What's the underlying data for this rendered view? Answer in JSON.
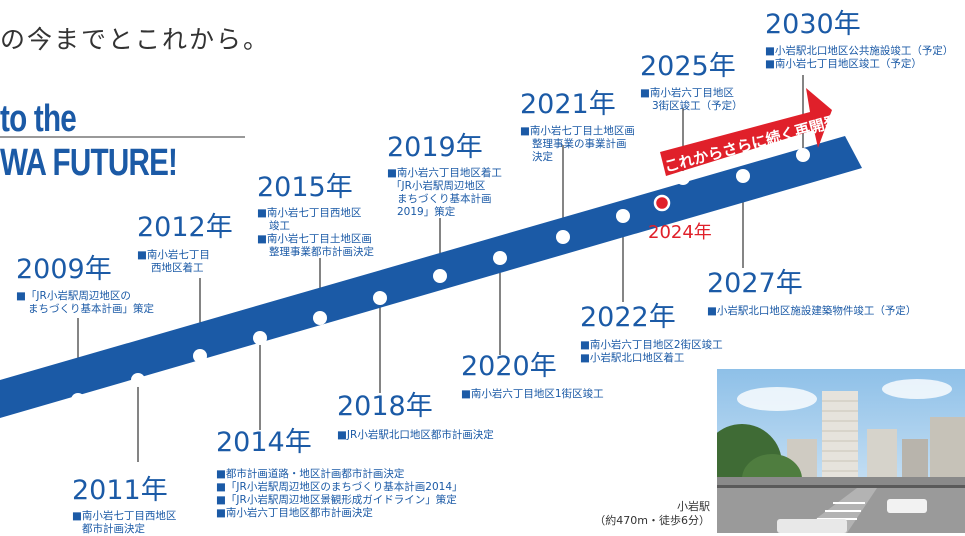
{
  "heading": "の今までとこれから。",
  "banner": {
    "line1": "to the",
    "line2": "WA FUTURE!"
  },
  "arrow_text": "これからさらに続く再開発",
  "milestones": [
    {
      "year": "2009年",
      "lines": [
        "■「JR小岩駅周辺地区の",
        "まちづくり基本計画」策定"
      ]
    },
    {
      "year": "2011年",
      "lines": [
        "■南小岩七丁目西地区",
        "都市計画決定"
      ]
    },
    {
      "year": "2012年",
      "lines": [
        "■南小岩七丁目",
        "西地区着工"
      ]
    },
    {
      "year": "2014年",
      "lines": [
        "■都市計画道路・地区計画都市計画決定",
        "■「JR小岩駅周辺地区のまちづくり基本計画2014」",
        "■「JR小岩駅周辺地区景観形成ガイドライン」策定",
        "■南小岩六丁目地区都市計画決定"
      ]
    },
    {
      "year": "2015年",
      "lines": [
        "■南小岩七丁目西地区",
        "竣工",
        "■南小岩七丁目土地区画",
        "整理事業都市計画決定"
      ]
    },
    {
      "year": "2018年",
      "lines": [
        "■JR小岩駅北口地区都市計画決定"
      ]
    },
    {
      "year": "2019年",
      "lines": [
        "■南小岩六丁目地区着工",
        "「JR小岩駅周辺地区",
        "まちづくり基本計画",
        "2019」策定"
      ]
    },
    {
      "year": "2020年",
      "lines": [
        "■南小岩六丁目地区1街区竣工"
      ]
    },
    {
      "year": "2021年",
      "lines": [
        "■南小岩七丁目土地区画",
        "整理事業の事業計画",
        "決定"
      ]
    },
    {
      "year": "2022年",
      "lines": [
        "■南小岩六丁目地区2街区竣工",
        "■小岩駅北口地区着工"
      ]
    },
    {
      "year": "2024年",
      "lines": []
    },
    {
      "year": "2025年",
      "lines": [
        "■南小岩六丁目地区",
        "3街区竣工（予定）"
      ]
    },
    {
      "year": "2027年",
      "lines": [
        "■小岩駅北口地区施設建築物件竣工（予定）"
      ]
    },
    {
      "year": "2030年",
      "lines": [
        "■小岩駅北口地区公共施設竣工（予定）",
        "■南小岩七丁目地区竣工（予定）"
      ]
    }
  ],
  "photo": {
    "caption_line1": "小岩駅",
    "caption_line2": "（約470m・徒歩6分）"
  },
  "colors": {
    "timeline": "#1b5aa6",
    "highlight": "#e0202a",
    "dot": "#ffffff"
  }
}
